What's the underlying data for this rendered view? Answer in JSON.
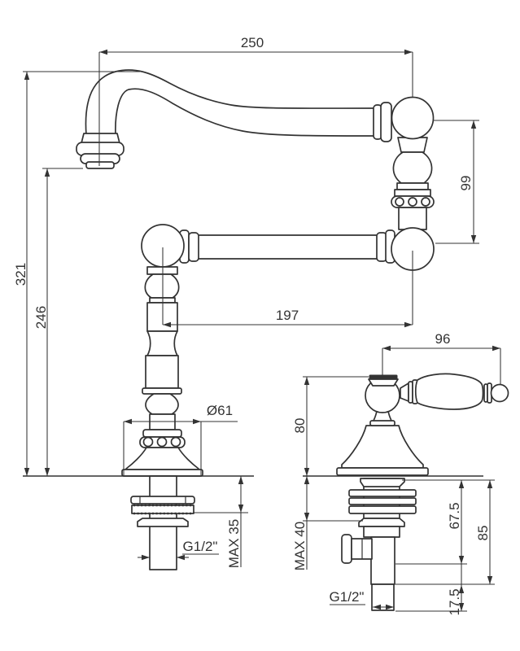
{
  "page": {
    "background": "#ffffff"
  },
  "drawing": {
    "line_color": "#333333",
    "text_color": "#333333",
    "dimensions": {
      "spout_reach": "250",
      "swivel_offset": "99",
      "total_height": "321",
      "spout_outlet_height": "246",
      "arm_length": "197",
      "base_diameter": "Ø61",
      "max_deck_thickness_left": "MAX 35",
      "inlet_thread_left": "G1/2\"",
      "handle_length": "96",
      "handle_height": "80",
      "max_deck_thickness_right": "MAX 40",
      "valve_depth_upper": "67.5",
      "valve_depth_total": "85",
      "shank_length": "17.5",
      "outlet_thread_right": "G1/2\""
    }
  }
}
